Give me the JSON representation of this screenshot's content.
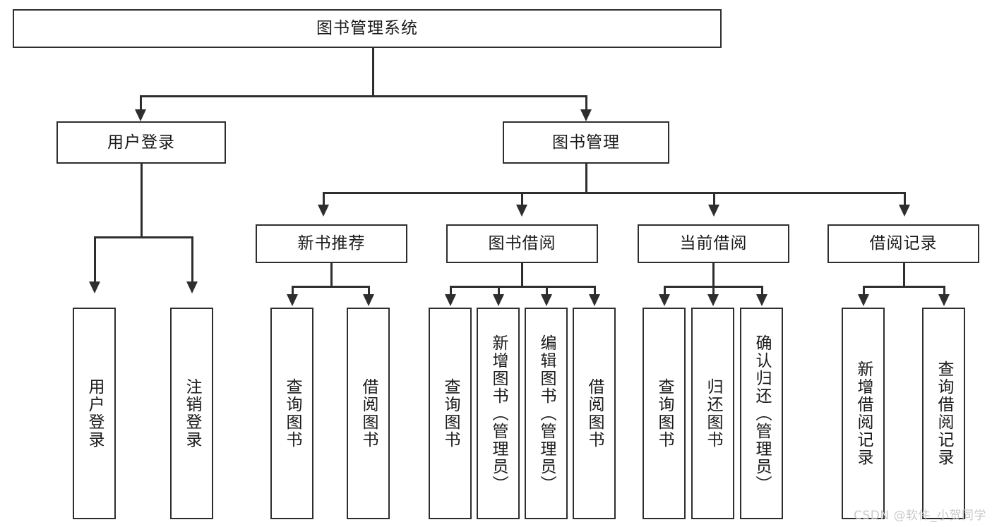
{
  "diagram": {
    "title": "图书管理系统",
    "type": "tree-hierarchy-diagram",
    "root": {
      "label": "图书管理系统"
    },
    "level2": [
      {
        "id": "user-login",
        "label": "用户登录"
      },
      {
        "id": "book-management",
        "label": "图书管理"
      }
    ],
    "level3": [
      {
        "id": "new-book-recommend",
        "label": "新书推荐"
      },
      {
        "id": "book-borrow",
        "label": "图书借阅"
      },
      {
        "id": "current-borrow",
        "label": "当前借阅"
      },
      {
        "id": "borrow-record",
        "label": "借阅记录"
      }
    ],
    "leaves": {
      "user_login": [
        {
          "id": "leaf-user-login",
          "label": "用户登录"
        },
        {
          "id": "leaf-logout-login",
          "label": "注销登录"
        }
      ],
      "new_book_recommend": [
        {
          "id": "leaf-query-book-1",
          "label": "查询图书"
        },
        {
          "id": "leaf-borrow-book-1",
          "label": "借阅图书"
        }
      ],
      "book_borrow": [
        {
          "id": "leaf-query-book-2",
          "label": "查询图书"
        },
        {
          "id": "leaf-add-book",
          "label": "新增图书（管理员）"
        },
        {
          "id": "leaf-edit-book",
          "label": "编辑图书（管理员）"
        },
        {
          "id": "leaf-borrow-book-2",
          "label": "借阅图书"
        }
      ],
      "current_borrow": [
        {
          "id": "leaf-query-book-3",
          "label": "查询图书"
        },
        {
          "id": "leaf-return-book",
          "label": "归还图书"
        },
        {
          "id": "leaf-confirm-return",
          "label": "确认归还（管理员）"
        }
      ],
      "borrow_record": [
        {
          "id": "leaf-add-record",
          "label": "新增借阅记录"
        },
        {
          "id": "leaf-query-record",
          "label": "查询借阅记录"
        }
      ]
    },
    "colors": {
      "stroke": "#2e2e2e",
      "fill": "#ffffff",
      "text": "#1a1a1a",
      "watermark": "#c9c9c9"
    }
  },
  "watermark": {
    "text": "CSDN @软件_小贺同学"
  }
}
